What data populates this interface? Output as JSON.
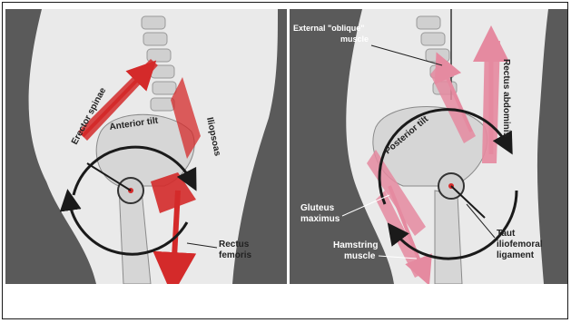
{
  "left_panel": {
    "labels": {
      "erector_spinae": "Erector spinae",
      "anterior_tilt": "Anterior tilt",
      "iliopsoas": "Iliopsoas",
      "rectus_femoris_line1": "Rectus",
      "rectus_femoris_line2": "femoris"
    }
  },
  "right_panel": {
    "labels": {
      "external_oblique_line1": "External \"oblique\"",
      "external_oblique_line2": "muscle",
      "rectus_abdominis": "Rectus abdominis",
      "posterior_tilt": "Posterior tilt",
      "gluteus_line1": "Gluteus",
      "gluteus_line2": "maximus",
      "hamstring_line1": "Hamstring",
      "hamstring_line2": "muscle",
      "iliofemoral_line1": "Taut",
      "iliofemoral_line2": "iliofemoral",
      "iliofemoral_line3": "ligament"
    }
  },
  "colors": {
    "background_dark": "#5a5a5a",
    "body_light": "#e9e9e9",
    "bone": "#d6d6d6",
    "muscle_red": "#d42a2a",
    "muscle_pink": "#e58aa0",
    "arrow_black": "#1a1a1a"
  }
}
